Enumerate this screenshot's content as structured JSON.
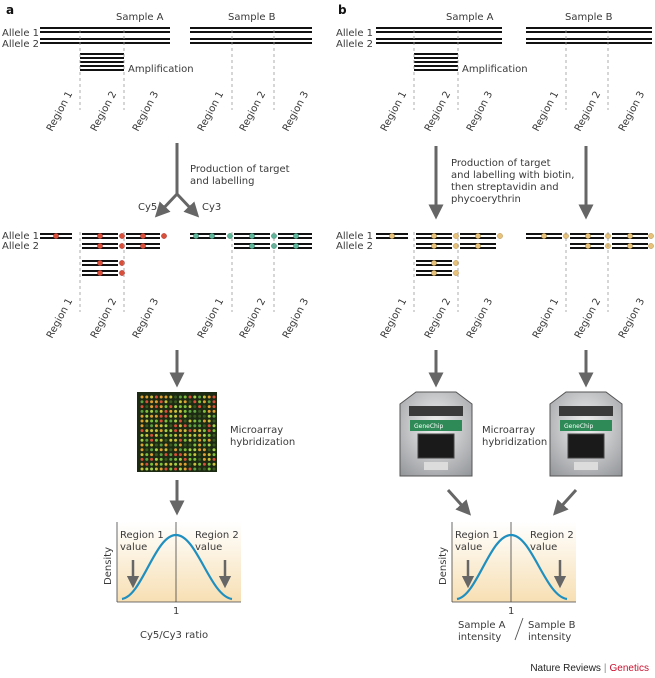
{
  "panels": {
    "a": {
      "letter": "a",
      "sample_a": "Sample A",
      "sample_b": "Sample B",
      "allele1": "Allele 1",
      "allele2": "Allele 2",
      "amplification": "Amplification",
      "regions": [
        "Region 1",
        "Region 2",
        "Region 3"
      ],
      "production": [
        "Production of target",
        "and labelling"
      ],
      "cy5": "Cy5",
      "cy3": "Cy3",
      "hybridization": [
        "Microarray",
        "hybridization"
      ],
      "plot_left_label": [
        "Region 1",
        "value"
      ],
      "plot_right_label": [
        "Region 2",
        "value"
      ],
      "plot_ylabel": "Density",
      "plot_tick": "1",
      "plot_xlabel": "Cy5/Cy3 ratio"
    },
    "b": {
      "letter": "b",
      "sample_a": "Sample A",
      "sample_b": "Sample B",
      "allele1": "Allele 1",
      "allele2": "Allele 2",
      "amplification": "Amplification",
      "regions": [
        "Region 1",
        "Region 2",
        "Region 3"
      ],
      "production": [
        "Production of target",
        "and labelling with biotin,",
        "then streptavidin and",
        "phycoerythrin"
      ],
      "chip_brand": "GeneChip",
      "hybridization": [
        "Microarray",
        "hybridization"
      ],
      "plot_left_label": [
        "Region 1",
        "value"
      ],
      "plot_right_label": [
        "Region 2",
        "value"
      ],
      "plot_ylabel": "Density",
      "plot_tick": "1",
      "plot_xlabel_left": [
        "Sample A",
        "intensity"
      ],
      "plot_xlabel_right": [
        "Sample B",
        "intensity"
      ]
    }
  },
  "credit": {
    "journal": "Nature Reviews",
    "section": "Genetics"
  },
  "colors": {
    "cy5": "#d9503a",
    "cy3": "#5fb59a",
    "biotin": "#e7c27c",
    "arrow": "#666666",
    "curve": "#1f8fc0",
    "plot_fill": "#fbe9c8"
  }
}
